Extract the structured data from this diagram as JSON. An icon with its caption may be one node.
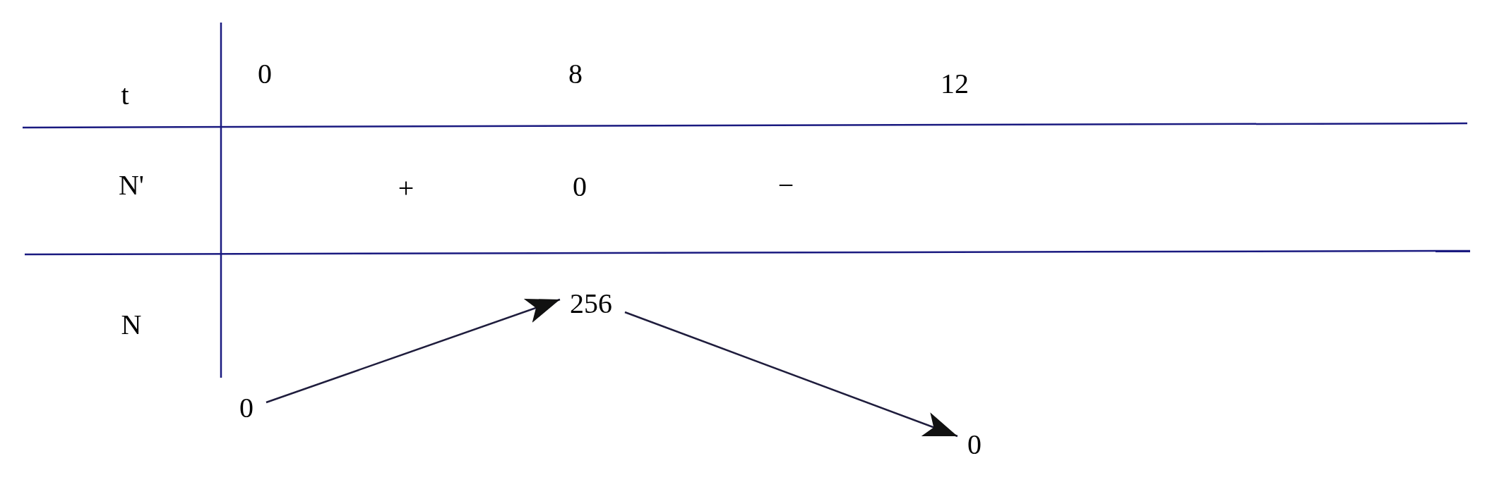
{
  "diagram": {
    "nodes": [
      {
        "text": [
          "0"
        ]
      },
      {
        "text": [
          "256"
        ]
      },
      {
        "text": [
          "0"
        ]
      }
    ],
    "edges": [
      {
        "from": 0,
        "to": 1,
        "arrow": "to"
      },
      {
        "from": 1,
        "to": 2,
        "arrow": "to"
      }
    ],
    "labels": [
      "t",
      "0",
      "8",
      "12",
      "N'",
      "+",
      "0",
      "−",
      "N"
    ]
  }
}
